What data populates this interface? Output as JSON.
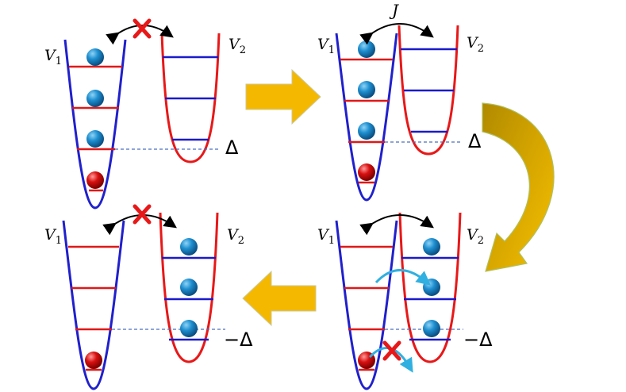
{
  "panels": {
    "top_left": {
      "left_well": "V",
      "left_sub": "1",
      "right_well": "V",
      "right_sub": "2",
      "offset": "Δ"
    },
    "top_right": {
      "left_well": "V",
      "left_sub": "1",
      "right_well": "V",
      "right_sub": "2",
      "offset": "Δ",
      "coupling": "J"
    },
    "bottom_left": {
      "left_well": "V",
      "left_sub": "1",
      "right_well": "V",
      "right_sub": "2",
      "offset": "−Δ"
    },
    "bottom_right": {
      "left_well": "V",
      "left_sub": "1",
      "right_well": "V",
      "right_sub": "2",
      "offset": "−Δ"
    }
  },
  "colors": {
    "left_well": "#2020cc",
    "right_well": "#e81818",
    "left_levels": "#e01818",
    "right_levels": "#1a1acc",
    "dashed_line": "#4a6fc0",
    "arrow_fill": "#f5b800",
    "curved_arrow_fill": "#c8a000",
    "particle_blue": "#1e8fd0",
    "particle_red": "#d01010",
    "forbidden_cross": "#e81818",
    "hop_arrow": "#30b0e0"
  }
}
